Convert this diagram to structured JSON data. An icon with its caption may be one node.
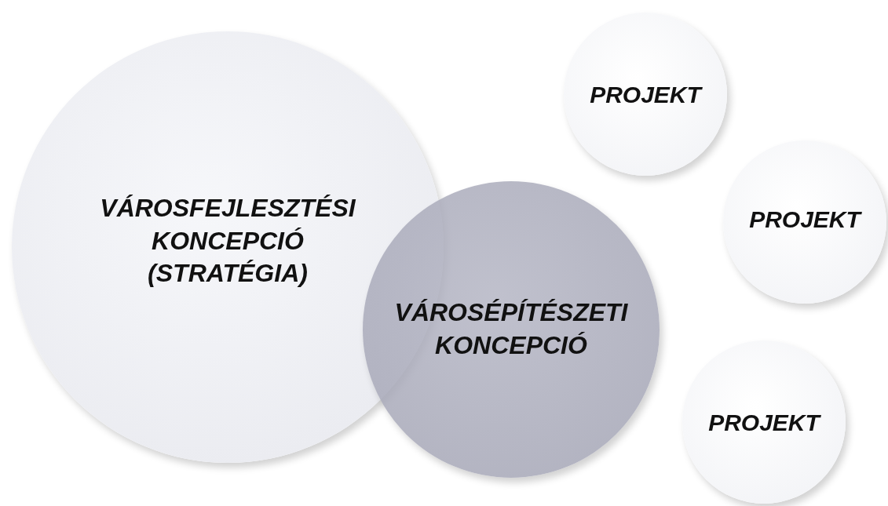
{
  "diagram": {
    "nodes": [
      {
        "text": [
          "VÁROSFEJLESZTÉSI KONCEPCIÓ (STRATÉGIA)"
        ]
      },
      {
        "text": [
          "VÁROSÉPÍTÉSZETI KONCEPCIÓ"
        ]
      },
      {
        "text": [
          "PROJEKT"
        ]
      },
      {
        "text": [
          "PROJEKT"
        ]
      },
      {
        "text": [
          "PROJEKT"
        ]
      }
    ]
  }
}
